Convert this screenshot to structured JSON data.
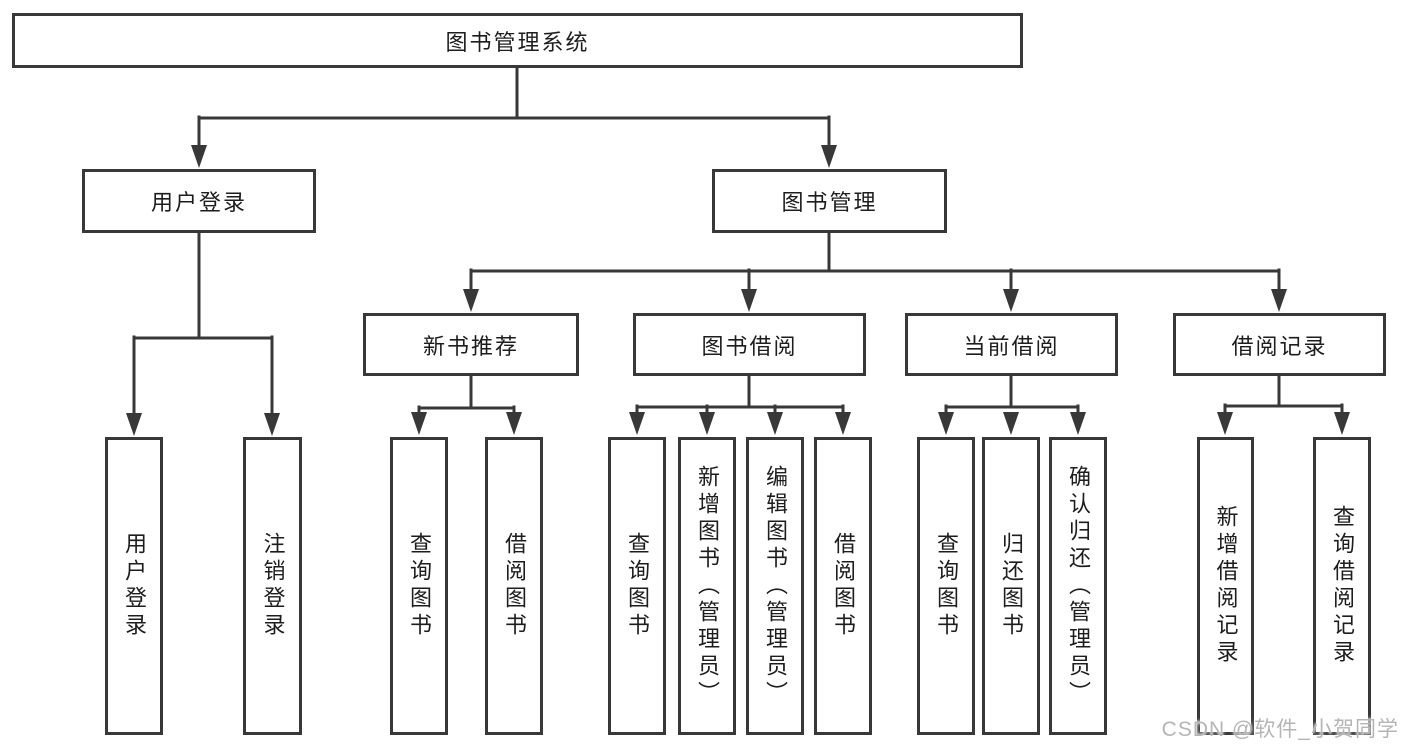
{
  "diagram": {
    "root": {
      "label": "图书管理系统"
    },
    "branches": [
      {
        "label": "用户登录",
        "children": [
          {
            "label": "用户登录"
          },
          {
            "label": "注销登录"
          }
        ]
      },
      {
        "label": "图书管理",
        "children": [
          {
            "label": "新书推荐",
            "children": [
              {
                "label": "查询图书"
              },
              {
                "label": "借阅图书"
              }
            ]
          },
          {
            "label": "图书借阅",
            "children": [
              {
                "label": "查询图书"
              },
              {
                "label": "新增图书（管理员）"
              },
              {
                "label": "编辑图书（管理员）"
              },
              {
                "label": "借阅图书"
              }
            ]
          },
          {
            "label": "当前借阅",
            "children": [
              {
                "label": "查询图书"
              },
              {
                "label": "归还图书"
              },
              {
                "label": "确认归还（管理员）"
              }
            ]
          },
          {
            "label": "借阅记录",
            "children": [
              {
                "label": "新增借阅记录"
              },
              {
                "label": "查询借阅记录"
              }
            ]
          }
        ]
      }
    ]
  },
  "watermark": "CSDN @软件_小贺同学",
  "colors": {
    "line": "#383838",
    "box_border": "#383838",
    "box_background": "#ffffff",
    "text": "#1d1d1d",
    "watermark": "#b5b5b5",
    "page_background": "#ffffff"
  }
}
